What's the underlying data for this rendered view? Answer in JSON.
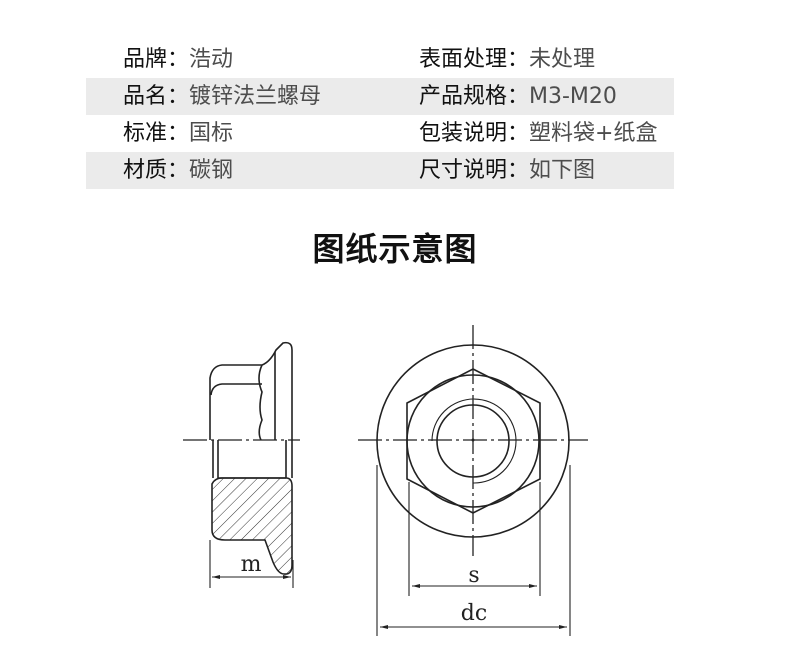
{
  "specs": {
    "rows": [
      {
        "left": {
          "label": "品牌：",
          "value": "浩动"
        },
        "right": {
          "label": "表面处理：",
          "value": "未处理"
        },
        "shaded": false
      },
      {
        "left": {
          "label": "品名：",
          "value": "镀锌法兰螺母"
        },
        "right": {
          "label": "产品规格：",
          "value": "M3-M20"
        },
        "shaded": true
      },
      {
        "left": {
          "label": "标准：",
          "value": "国标"
        },
        "right": {
          "label": "包装说明：",
          "value": "塑料袋+纸盒"
        },
        "shaded": false
      },
      {
        "left": {
          "label": "材质：",
          "value": "碳钢"
        },
        "right": {
          "label": "尺寸说明：",
          "value": "如下图"
        },
        "shaded": true
      }
    ]
  },
  "drawing": {
    "title": "图纸示意图",
    "side_view": {
      "dimension_label": "m"
    },
    "front_view": {
      "dimension_labels": {
        "across_flats": "s",
        "flange_diameter": "dc"
      }
    }
  },
  "colors": {
    "row_shade": "#ebebeb",
    "label_text": "#111111",
    "value_text": "#4d4d4d",
    "line": "#222222"
  }
}
